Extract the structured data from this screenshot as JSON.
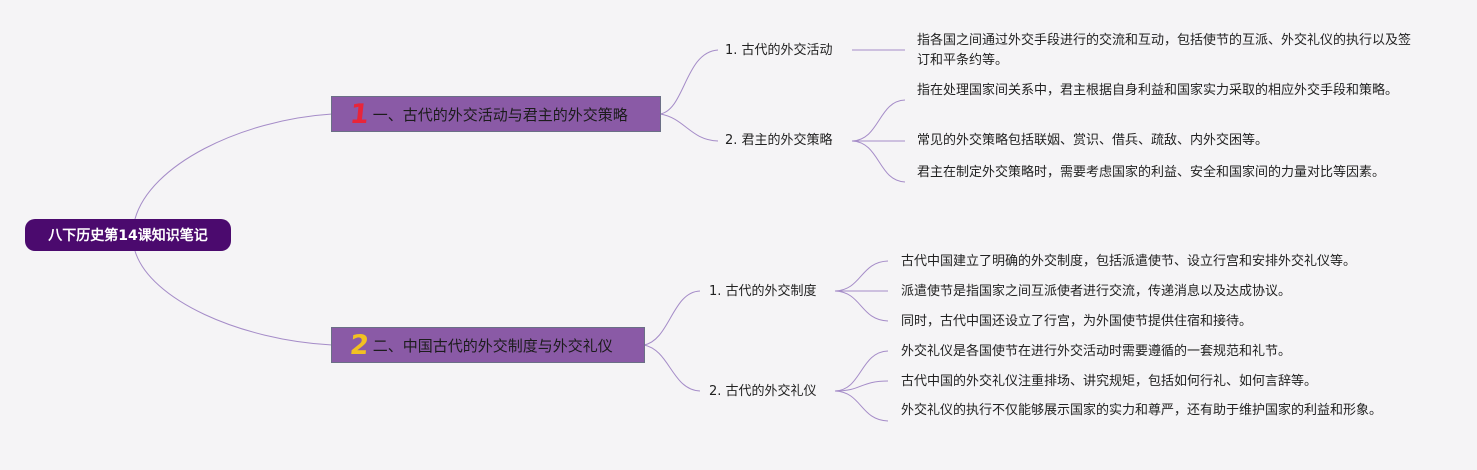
{
  "root": {
    "label": "八下历史第14课知识笔记"
  },
  "branches": [
    {
      "number": "1",
      "title": "一、古代的外交活动与君主的外交策略",
      "subtopics": [
        {
          "title": "1. 古代的外交活动",
          "points": [
            "指各国之间通过外交手段进行的交流和互动，包括使节的互派、外交礼仪的执行以及签订和平条约等。"
          ]
        },
        {
          "title": "2. 君主的外交策略",
          "points": [
            "指在处理国家间关系中，君主根据自身利益和国家实力采取的相应外交手段和策略。",
            "常见的外交策略包括联姻、赏识、借兵、疏敌、内外交困等。",
            "君主在制定外交策略时，需要考虑国家的利益、安全和国家间的力量对比等因素。"
          ]
        }
      ]
    },
    {
      "number": "2",
      "title": "二、中国古代的外交制度与外交礼仪",
      "subtopics": [
        {
          "title": "1. 古代的外交制度",
          "points": [
            "古代中国建立了明确的外交制度，包括派遣使节、设立行宫和安排外交礼仪等。",
            "派遣使节是指国家之间互派使者进行交流，传递消息以及达成协议。",
            "同时，古代中国还设立了行宫，为外国使节提供住宿和接待。"
          ]
        },
        {
          "title": "2. 古代的外交礼仪",
          "points": [
            "外交礼仪是各国使节在进行外交活动时需要遵循的一套规范和礼节。",
            "古代中国的外交礼仪注重排场、讲究规矩，包括如何行礼、如何言辞等。",
            "外交礼仪的执行不仅能够展示国家的实力和尊严，还有助于维护国家的利益和形象。"
          ]
        }
      ]
    }
  ],
  "colors": {
    "root_bg": "#4b0a6e",
    "branch_bg": "#8a5aa6",
    "number_1": "#e8253a",
    "number_2": "#f2c021",
    "connector": "#a58cc8"
  }
}
